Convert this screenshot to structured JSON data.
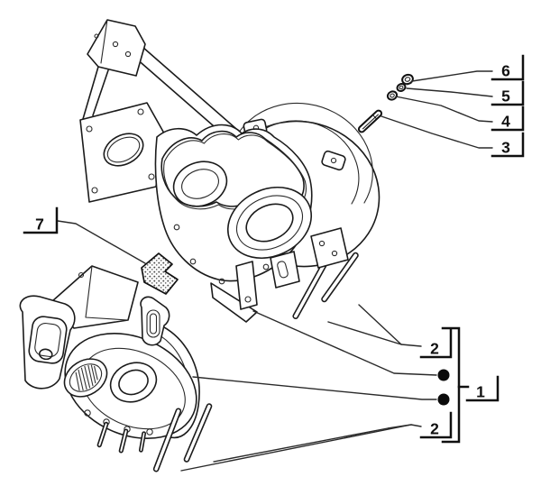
{
  "diagram": {
    "background_color": "#ffffff",
    "line_color": "#1b1b1b",
    "callouts": {
      "c6": {
        "label": "6"
      },
      "c5": {
        "label": "5"
      },
      "c4": {
        "label": "4"
      },
      "c3": {
        "label": "3"
      },
      "c7": {
        "label": "7"
      },
      "c2_top": {
        "label": "2"
      },
      "c1": {
        "label": "1"
      },
      "c2_bottom": {
        "label": "2"
      }
    }
  }
}
